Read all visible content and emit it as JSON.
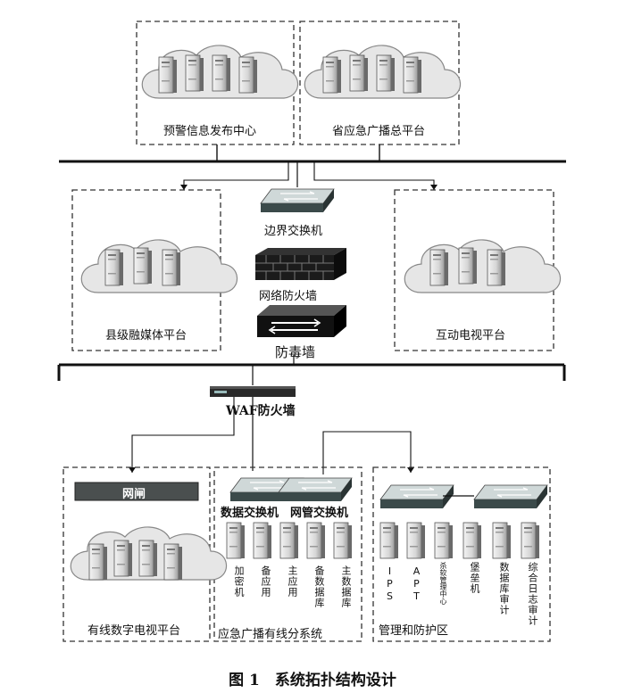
{
  "top_nodes": {
    "warning_center": "预警信息发布中心",
    "provincial_platform": "省应急广播总平台"
  },
  "mid_nodes": {
    "border_switch": "边界交换机",
    "network_firewall": "网络防火墙",
    "antivirus_wall": "防毒墙",
    "county_platform": "县级融媒体平台",
    "interactive_tv": "互动电视平台",
    "waf_firewall": "WAF防火墙"
  },
  "bottom_nodes": {
    "gatekeeper": "网闸",
    "cable_tv_platform": "有线数字电视平台",
    "data_switch": "数据交换机",
    "nms_switch": "网管交换机",
    "subsystem": "应急广播有线分系统",
    "mgmt_zone": "管理和防护区",
    "subsystem_servers": [
      "加密机",
      "备应用",
      "主应用",
      "备数据库",
      "主数据库"
    ],
    "mgmt_servers": [
      "IPS",
      "APT",
      "杀软管理中心",
      "堡垒机",
      "数据库审计",
      "综合日志审计"
    ]
  },
  "caption": "图 1　系统拓扑结构设计"
}
